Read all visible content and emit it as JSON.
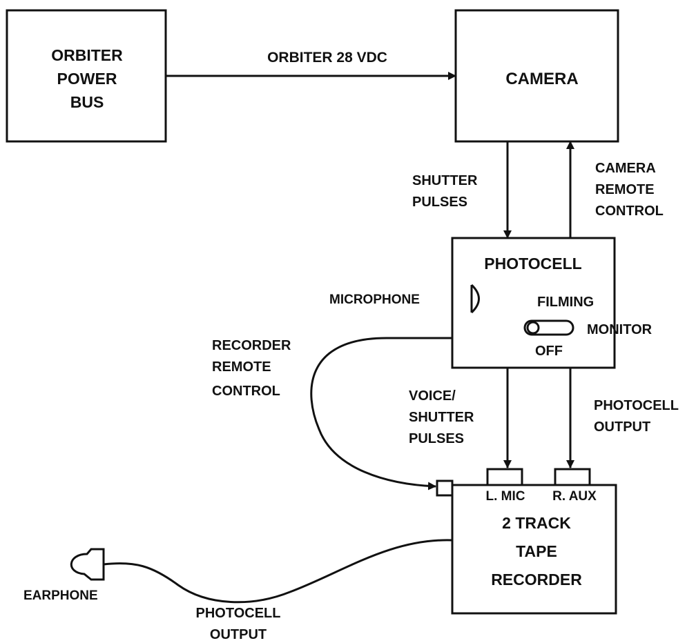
{
  "colors": {
    "ink": "#111111",
    "paper": "#ffffff"
  },
  "blocks": {
    "power_bus": [
      "ORBITER",
      "POWER",
      "BUS"
    ],
    "camera": "CAMERA",
    "photocell": "PHOTOCELL",
    "recorder": [
      "2 TRACK",
      "TAPE",
      "RECORDER"
    ]
  },
  "connections": {
    "power": "ORBITER 28 VDC",
    "shutter_pulses": [
      "SHUTTER",
      "PULSES"
    ],
    "camera_remote_control": [
      "CAMERA",
      "REMOTE",
      "CONTROL"
    ],
    "recorder_remote_control": [
      "RECORDER",
      "REMOTE",
      "CONTROL"
    ],
    "voice_shutter_pulses": [
      "VOICE/",
      "SHUTTER",
      "PULSES"
    ],
    "photocell_output_upper": [
      "PHOTOCELL",
      "OUTPUT"
    ],
    "photocell_output_lower": [
      "PHOTOCELL",
      "OUTPUT"
    ]
  },
  "components": {
    "microphone": "MICROPHONE",
    "earphone": "EARPHONE"
  },
  "switch": {
    "filming": "FILMING",
    "monitor": "MONITOR",
    "off": "OFF"
  },
  "jacks": {
    "left": "L. MIC",
    "right": "R. AUX"
  }
}
